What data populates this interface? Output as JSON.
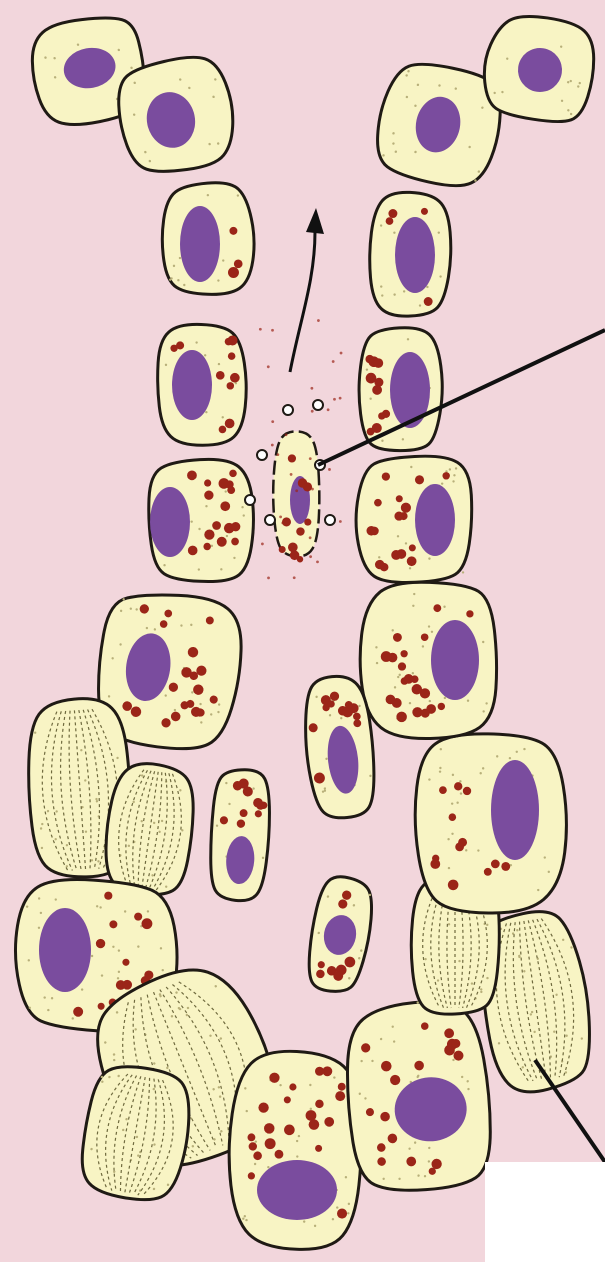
{
  "figure": {
    "description_free": true,
    "colors": {
      "background": "#f2d6dc",
      "cell_fill": "#f8f4c4",
      "cell_outline": "#1f1a14",
      "nucleus": "#7a4c9e",
      "granule": "#9b2518",
      "fine_dot": "#b8b07a",
      "mucous_lines": "#6f6a3e"
    },
    "pointer_lines": [
      {
        "target": "released-secretory-cell"
      },
      {
        "target": "mucous-cell"
      }
    ],
    "secretion_arrow": {
      "direction": "up"
    }
  }
}
